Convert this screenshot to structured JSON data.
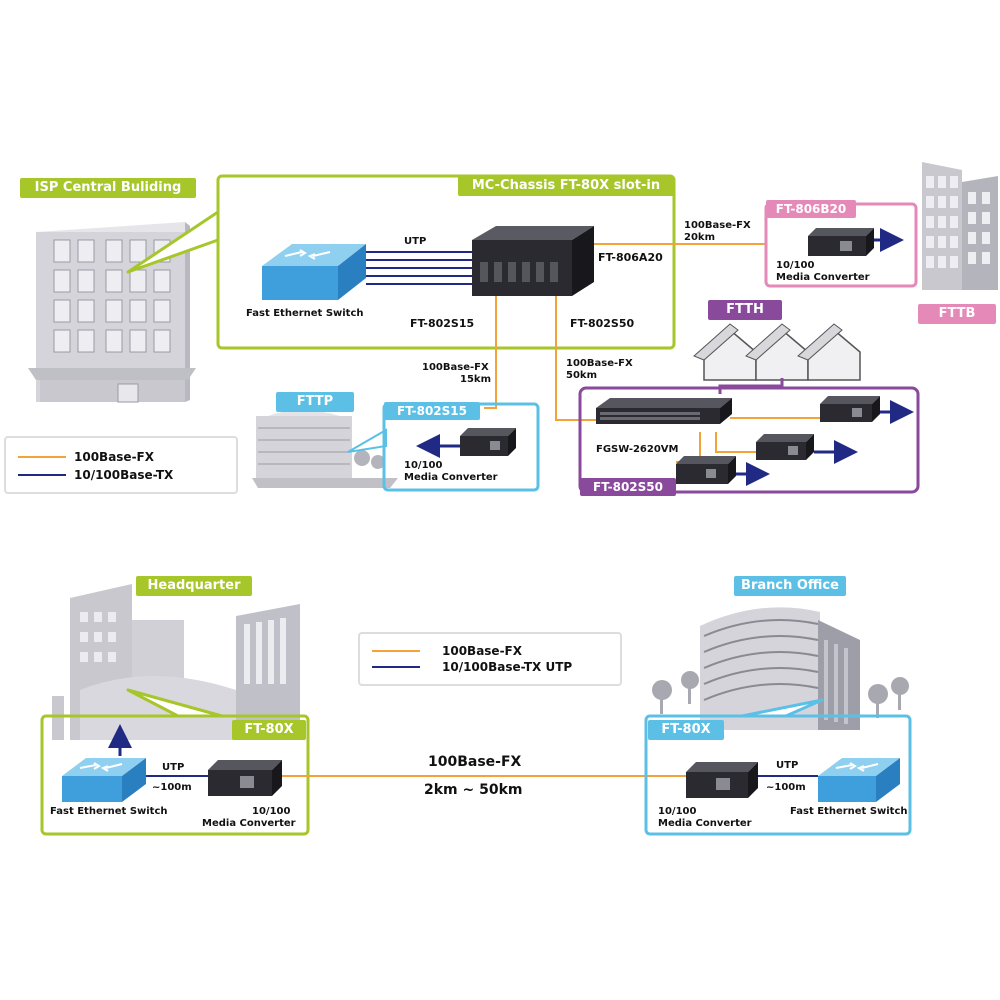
{
  "colors": {
    "fiber": "#f2a33a",
    "utp": "#202a84",
    "green": "#a6c62a",
    "cyan": "#5cc0e6",
    "pink": "#e58ab8",
    "purple": "#8a4a9c"
  },
  "top": {
    "isp_title": "ISP Central Buliding",
    "chassis_title": "MC-Chassis FT-80X slot-in",
    "utp_label": "UTP",
    "switch_label": "Fast Ethernet Switch",
    "chassis_model": "FT-806A20",
    "slot_s15": "FT-802S15",
    "slot_s50": "FT-802S50",
    "fttb_link": [
      "100Base-FX",
      "20km"
    ],
    "fttp_link": [
      "100Base-FX",
      "15km"
    ],
    "ftth_link": [
      "100Base-FX",
      "50km"
    ],
    "fttb_box": "FT-806B20",
    "fttb_converter": [
      "10/100",
      "Media Converter"
    ],
    "fttb_tag": "FTTB",
    "ftth_tag": "FTTH",
    "fttp_tag": "FTTP",
    "fttp_box": "FT-802S15",
    "fttp_converter": [
      "10/100",
      "Media Converter"
    ],
    "ftth_switch": "FGSW-2620VM",
    "ftth_box": "FT-802S50",
    "legend": [
      "100Base-FX",
      "10/100Base-TX"
    ]
  },
  "bottom": {
    "hq_tag": "Headquarter",
    "branch_tag": "Branch Office",
    "hq_box": "FT-80X",
    "branch_box": "FT-80X",
    "legend": [
      "100Base-FX",
      "10/100Base-TX UTP"
    ],
    "hq_utp": [
      "UTP",
      "~100m"
    ],
    "branch_utp": [
      "UTP",
      "~100m"
    ],
    "hq_switch": "Fast Ethernet Switch",
    "branch_switch": "Fast Ethernet Switch",
    "hq_converter": [
      "10/100",
      "Media Converter"
    ],
    "branch_converter": [
      "10/100",
      "Media Converter"
    ],
    "link_type": "100Base-FX",
    "link_distance": "2km ~ 50km"
  }
}
